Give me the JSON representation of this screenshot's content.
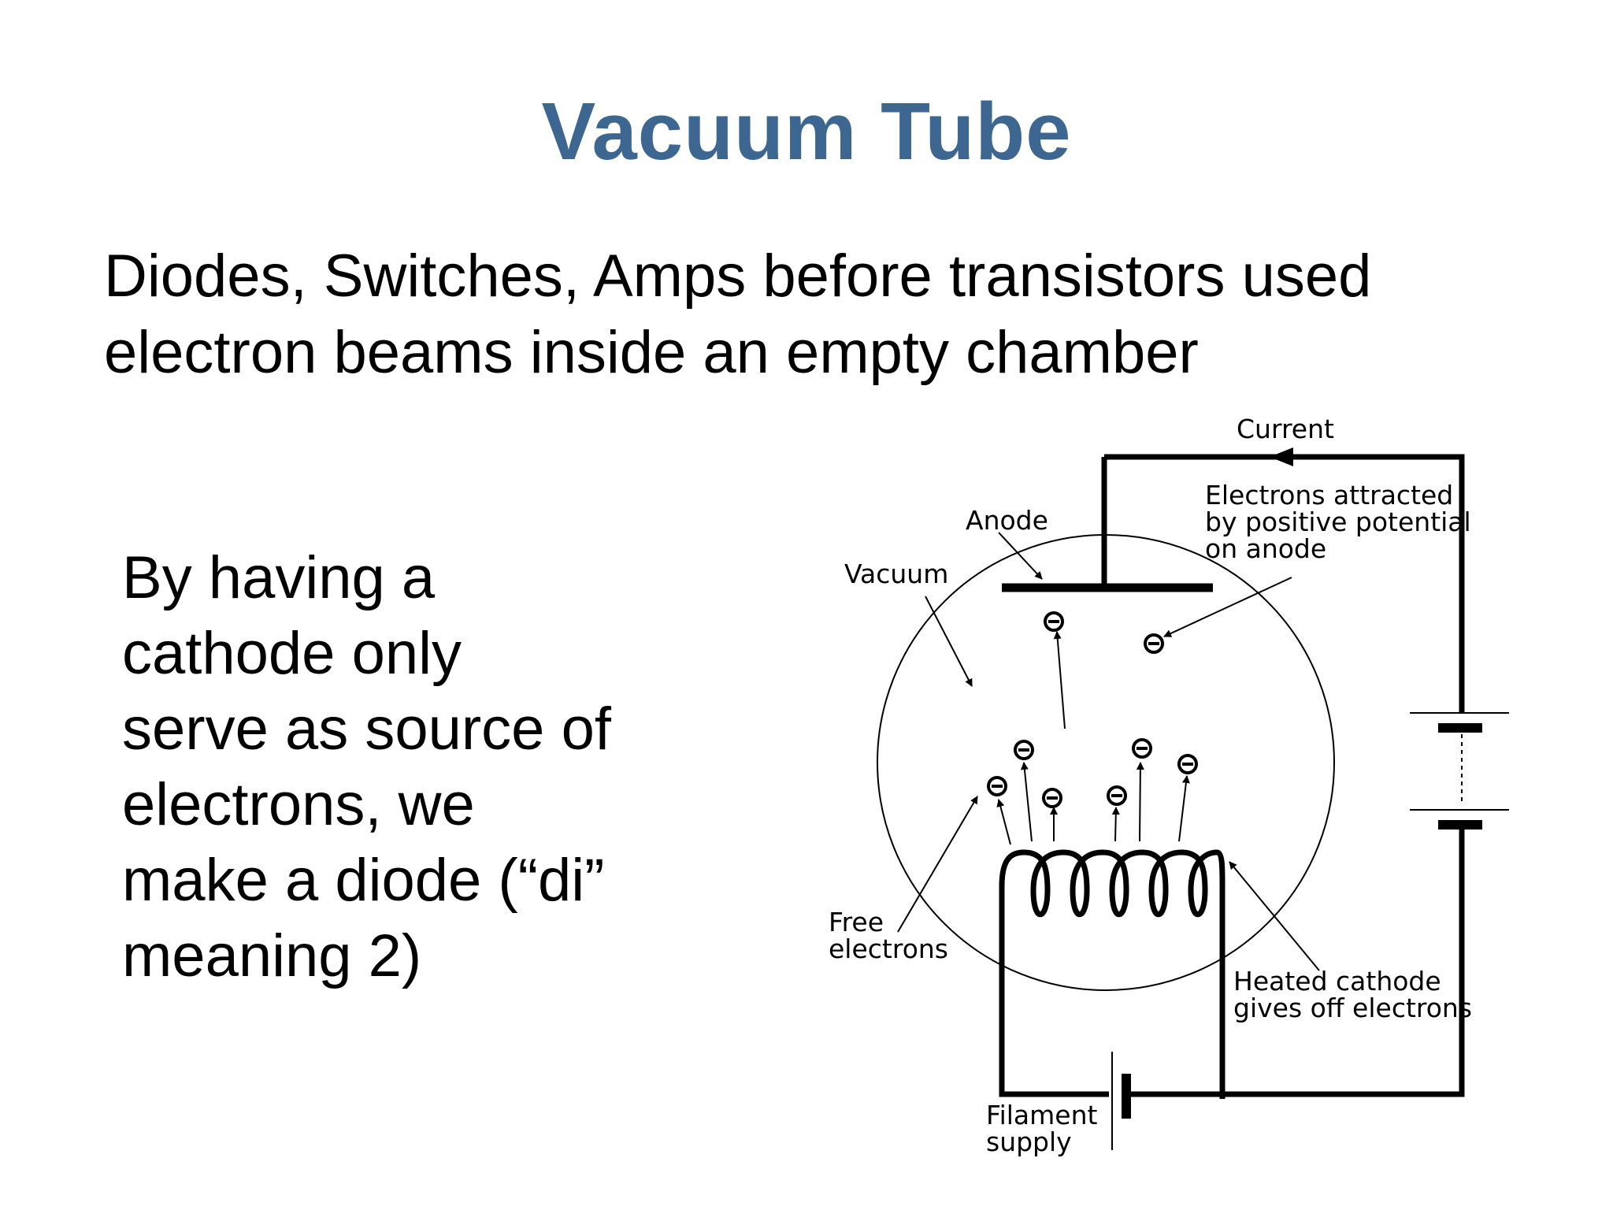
{
  "slide": {
    "title": "Vacuum Tube",
    "intro_lines": [
      "Diodes, Switches, Amps before transistors used",
      "electron beams inside an empty chamber"
    ],
    "side_lines": [
      "By having a",
      "cathode only",
      "serve as source of",
      "electrons, we",
      "make a diode (“di”",
      "meaning 2)"
    ]
  },
  "diagram": {
    "labels": {
      "current": "Current",
      "anode": "Anode",
      "vacuum": "Vacuum",
      "attracted": [
        "Electrons attracted",
        "by positive potential",
        "on anode"
      ],
      "free": [
        "Free",
        "electrons"
      ],
      "heated": [
        "Heated cathode",
        "gives off electrons"
      ],
      "filament": [
        "Filament",
        "supply"
      ]
    },
    "electron_symbol": "minus-sign",
    "colors": {
      "title": "#3d6690",
      "ink": "#000000"
    }
  }
}
